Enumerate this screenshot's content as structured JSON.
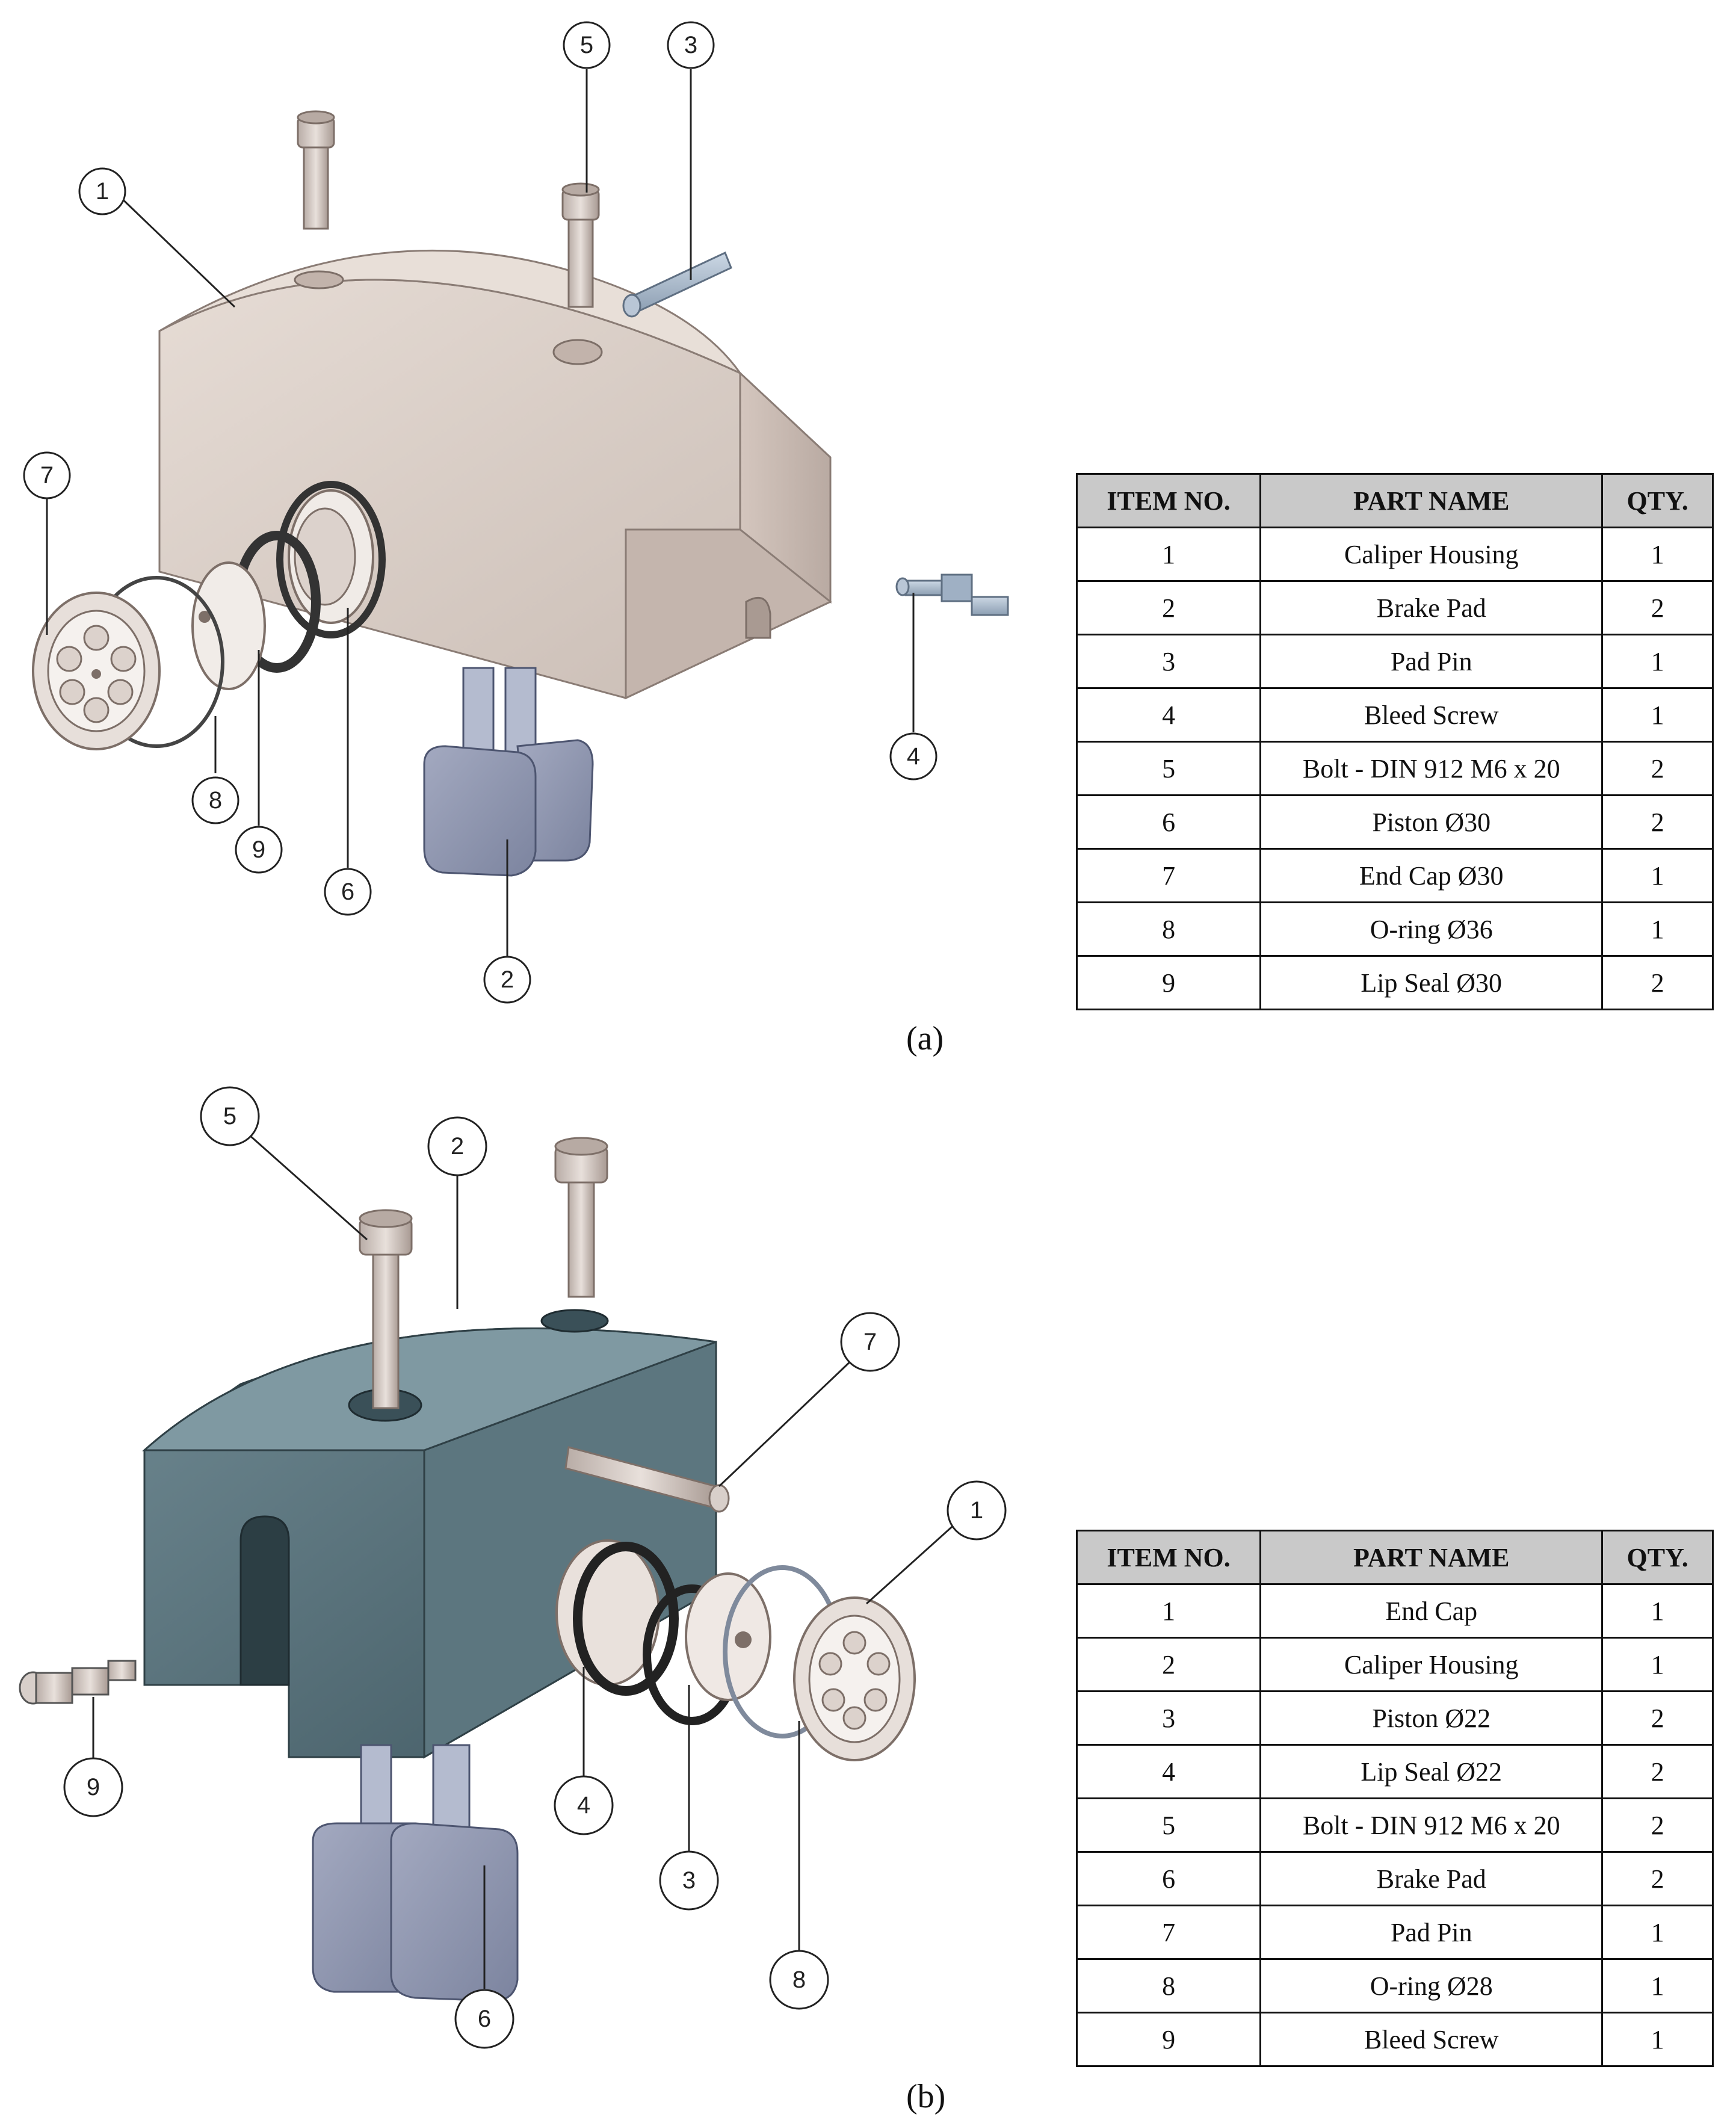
{
  "colors": {
    "housing_a": "#d9cdc6",
    "housing_b": "#4f6972",
    "pad": "#8c93ac",
    "steel": "#c8bdb7",
    "pin": "#a9b9cc"
  },
  "figure_a": {
    "caption": "(a)",
    "headers": [
      "ITEM NO.",
      "PART NAME",
      "QTY."
    ],
    "rows": [
      {
        "no": "1",
        "name": "Caliper Housing",
        "qty": "1"
      },
      {
        "no": "2",
        "name": "Brake Pad",
        "qty": "2"
      },
      {
        "no": "3",
        "name": "Pad Pin",
        "qty": "1"
      },
      {
        "no": "4",
        "name": "Bleed Screw",
        "qty": "1"
      },
      {
        "no": "5",
        "name": "Bolt - DIN 912 M6 x 20",
        "qty": "2"
      },
      {
        "no": "6",
        "name": "Piston Ø30",
        "qty": "2"
      },
      {
        "no": "7",
        "name": "End Cap Ø30",
        "qty": "1"
      },
      {
        "no": "8",
        "name": "O-ring Ø36",
        "qty": "1"
      },
      {
        "no": "9",
        "name": "Lip Seal Ø30",
        "qty": "2"
      }
    ],
    "balloons": [
      "1",
      "2",
      "3",
      "4",
      "5",
      "6",
      "7",
      "8",
      "9"
    ]
  },
  "figure_b": {
    "caption": "(b)",
    "headers": [
      "ITEM NO.",
      "PART NAME",
      "QTY."
    ],
    "rows": [
      {
        "no": "1",
        "name": "End Cap",
        "qty": "1"
      },
      {
        "no": "2",
        "name": "Caliper Housing",
        "qty": "1"
      },
      {
        "no": "3",
        "name": "Piston Ø22",
        "qty": "2"
      },
      {
        "no": "4",
        "name": "Lip Seal Ø22",
        "qty": "2"
      },
      {
        "no": "5",
        "name": "Bolt - DIN 912 M6 x 20",
        "qty": "2"
      },
      {
        "no": "6",
        "name": "Brake Pad",
        "qty": "2"
      },
      {
        "no": "7",
        "name": "Pad Pin",
        "qty": "1"
      },
      {
        "no": "8",
        "name": "O-ring Ø28",
        "qty": "1"
      },
      {
        "no": "9",
        "name": "Bleed Screw",
        "qty": "1"
      }
    ],
    "balloons": [
      "1",
      "2",
      "3",
      "4",
      "5",
      "6",
      "7",
      "8",
      "9"
    ]
  }
}
